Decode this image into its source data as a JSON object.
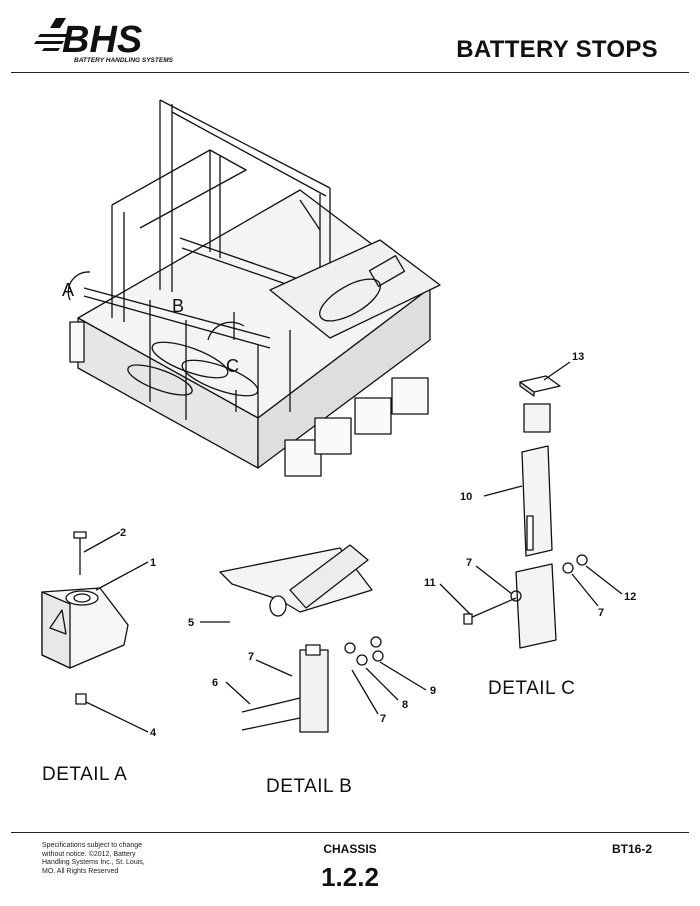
{
  "header": {
    "logo_text": "BHS",
    "logo_tagline": "BATTERY HANDLING SYSTEMS",
    "title": "BATTERY STOPS"
  },
  "drawing": {
    "callouts_main": [
      "A",
      "B",
      "C"
    ],
    "detail_a": {
      "label": "DETAIL  A",
      "parts": [
        "1",
        "2",
        "4"
      ]
    },
    "detail_b": {
      "label": "DETAIL  B",
      "parts": [
        "5",
        "6",
        "7",
        "8",
        "9",
        "7"
      ]
    },
    "detail_c": {
      "label": "DETAIL  C",
      "parts": [
        "13",
        "10",
        "7",
        "11",
        "12",
        "7"
      ]
    }
  },
  "footer": {
    "note": "Specifications subject to change without notice. ©2012, Battery Handling Systems Inc., St. Louis, MO. All Rights Reserved",
    "section": "CHASSIS",
    "section_number": "1.2.2",
    "doc_code": "BT16-2"
  }
}
